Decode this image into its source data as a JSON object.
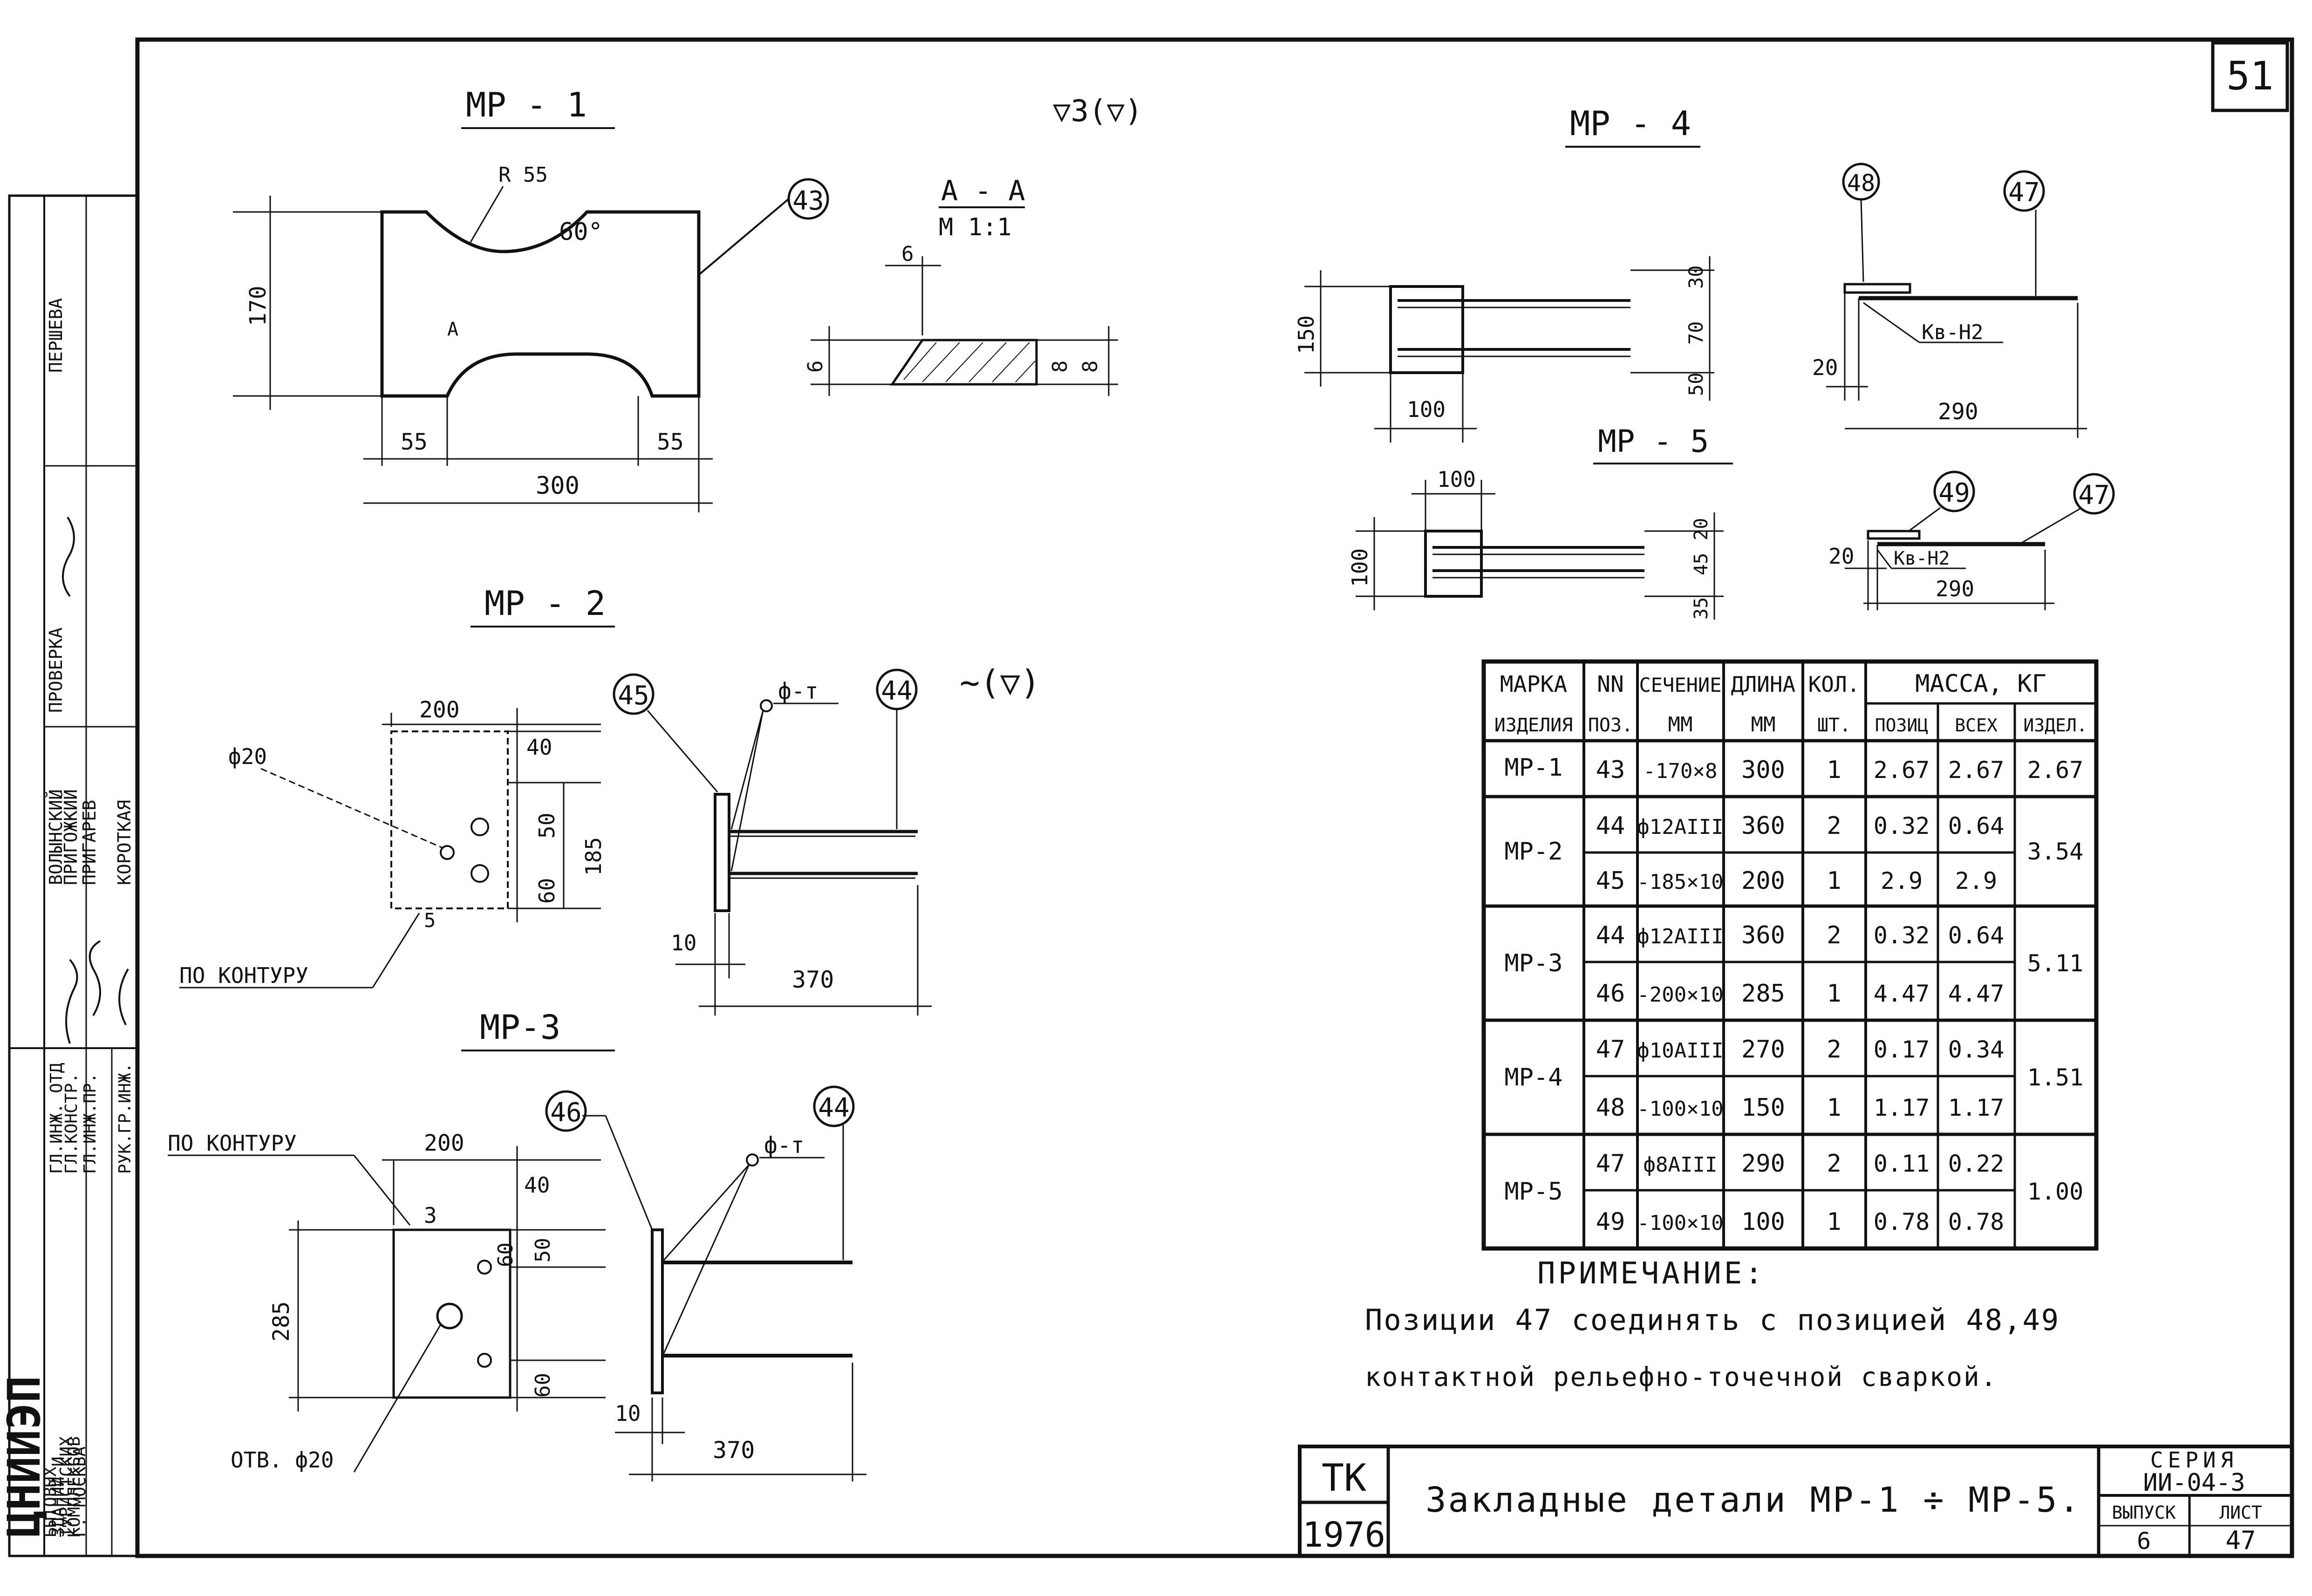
{
  "sheet": {
    "page_number": "51",
    "note_symbol_top": "▽3(▽)",
    "note_symbol_mid": "∼(▽)"
  },
  "stamp_left": {
    "org_logo": "ЦНИИЭП",
    "org_lines": [
      "БЫТОВЫХ",
      "ЗДАНИЙ И",
      "ТУРИСТСКИХ",
      "КОМПЛЕКСОВ",
      "Г. МОСКВА"
    ],
    "roles": [
      "ГЛ.ИНЖ. ОТД",
      "ГЛ.КОНСТР.",
      "ГЛ.ИНЖ.ПР.",
      "РУК.ГР.ИНЖ."
    ],
    "names": [
      "ВОЛЫНСКИЙ",
      "ПРИГОЖКИЙ",
      "ПРИГАРЕВ",
      "КОРОТКАЯ"
    ],
    "check_label": "ПРОВЕРКА",
    "checker": "ПЕРШЕВА"
  },
  "mp1": {
    "title": "МР - 1",
    "callout": "43",
    "section_title": "А - А",
    "section_scale": "М 1:1",
    "angle": "60°",
    "radius": "R 55",
    "cut_mark": "А",
    "dims": [
      "55",
      "55",
      "300",
      "6",
      "6",
      "8",
      "8",
      "170"
    ]
  },
  "mp2": {
    "title": "МР - 2",
    "callouts": [
      "45",
      "44"
    ],
    "weld_label": "ф-т",
    "hole_label": "ф20",
    "contour_label": "ПО КОНТУРУ",
    "dims": [
      "200",
      "40",
      "50",
      "60",
      "185",
      "5",
      "10",
      "370"
    ]
  },
  "mp3": {
    "title": "МР-3",
    "callouts": [
      "46",
      "44"
    ],
    "weld_label": "ф-т",
    "contour_label": "ПО КОНТУРУ",
    "hole_label": "ОТВ. ф20",
    "weld_mark": "3",
    "dims": [
      "200",
      "40",
      "60",
      "50",
      "60",
      "285",
      "10",
      "370"
    ]
  },
  "mp4": {
    "title": "МР - 4",
    "callouts": [
      "48",
      "47"
    ],
    "weld_label": "Кв-Н2",
    "dims": [
      "150",
      "100",
      "30",
      "70",
      "50",
      "20",
      "290"
    ]
  },
  "mp5": {
    "title": "МР - 5",
    "callouts": [
      "49",
      "47"
    ],
    "weld_label": "Кв-Н2",
    "dims": [
      "100",
      "100",
      "20",
      "45",
      "35",
      "20",
      "290"
    ]
  },
  "spec_table": {
    "head_row1": [
      "МАРКА",
      "NN",
      "СЕЧЕНИЕ",
      "ДЛИНА",
      "КОЛ.",
      "МАССА, КГ"
    ],
    "head_row2": [
      "ИЗДЕЛИЯ",
      "ПОЗ.",
      "ММ",
      "ММ",
      "ШТ.",
      "ПОЗИЦ",
      "ВСЕХ",
      "ИЗДЕЛ."
    ],
    "groups": [
      {
        "mark": "МР-1",
        "total": "2.67",
        "rows": [
          [
            "43",
            "-170×8",
            "300",
            "1",
            "2.67",
            "2.67"
          ]
        ]
      },
      {
        "mark": "МР-2",
        "total": "3.54",
        "rows": [
          [
            "44",
            "ф12АIII",
            "360",
            "2",
            "0.32",
            "0.64"
          ],
          [
            "45",
            "-185×10",
            "200",
            "1",
            "2.9",
            "2.9"
          ]
        ]
      },
      {
        "mark": "МР-3",
        "total": "5.11",
        "rows": [
          [
            "44",
            "ф12АIII",
            "360",
            "2",
            "0.32",
            "0.64"
          ],
          [
            "46",
            "-200×10",
            "285",
            "1",
            "4.47",
            "4.47"
          ]
        ]
      },
      {
        "mark": "МР-4",
        "total": "1.51",
        "rows": [
          [
            "47",
            "ф10АIII",
            "270",
            "2",
            "0.17",
            "0.34"
          ],
          [
            "48",
            "-100×10",
            "150",
            "1",
            "1.17",
            "1.17"
          ]
        ]
      },
      {
        "mark": "МР-5",
        "total": "1.00",
        "rows": [
          [
            "47",
            "ф8АIII",
            "290",
            "2",
            "0.11",
            "0.22"
          ],
          [
            "49",
            "-100×10",
            "100",
            "1",
            "0.78",
            "0.78"
          ]
        ]
      }
    ]
  },
  "note": {
    "heading": "ПРИМЕЧАНИЕ:",
    "line1": "Позиции 47 соединять с позицией 48,49",
    "line2": "контактной рельефно-точечной сваркой."
  },
  "title_block": {
    "code_top": "ТК",
    "code_bottom": "1976",
    "title": "Закладные детали МР-1 ÷ МР-5.",
    "series_label": "СЕРИЯ",
    "series_value": "ИИ-04-3",
    "issue_label": "ВЫПУСК",
    "issue_value": "6",
    "sheet_label": "ЛИСТ",
    "sheet_value": "47"
  }
}
